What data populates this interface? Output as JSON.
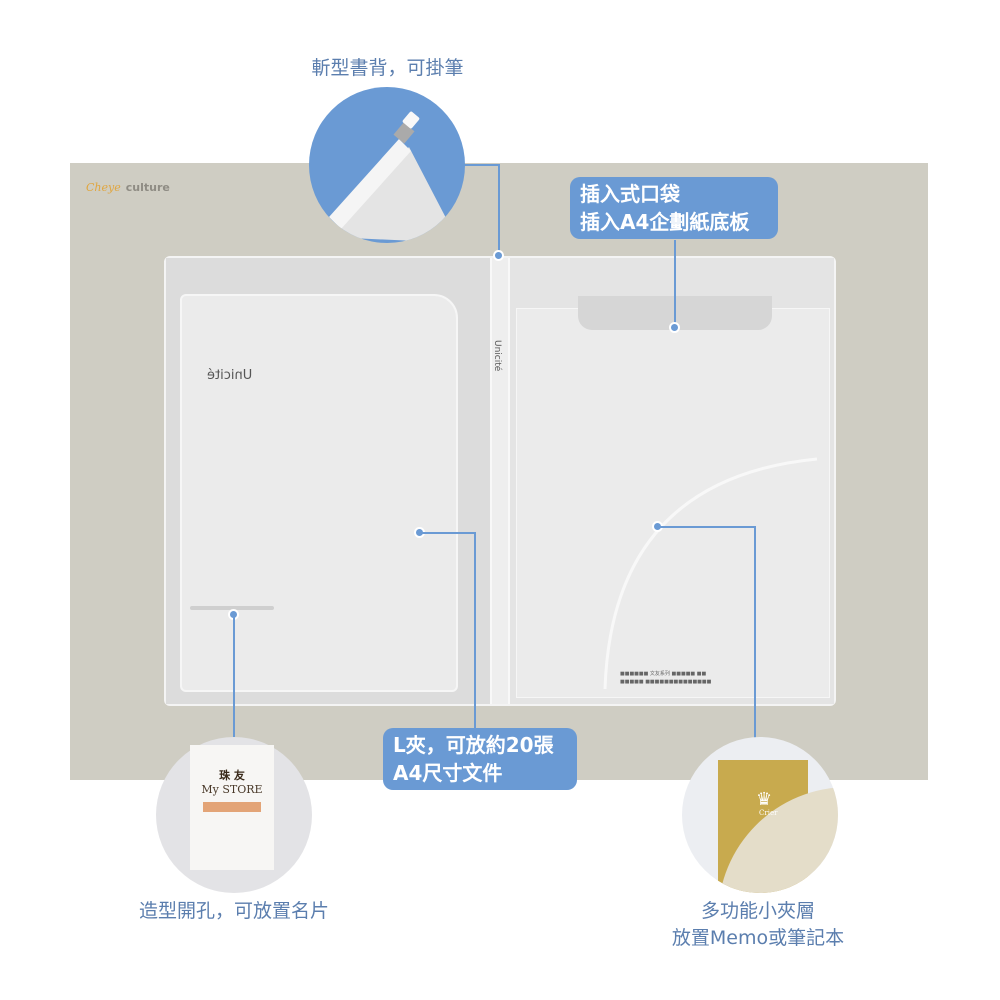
{
  "brand": {
    "script": "Cheye",
    "word": "culture"
  },
  "product": {
    "logo": "Unicité",
    "spine_logo": "Unicité",
    "printed_line1": "■■■■■■ 文友系列 ■■■■■ ■■",
    "printed_line2": "■■■■■ ■■■■■■■■■■■■■■"
  },
  "callouts": {
    "spine": "斬型書背，可掛筆",
    "pocket": {
      "line1": "插入式口袋",
      "line2": "插入A4企劃紙底板"
    },
    "lclip": {
      "line1": "L夾，可放約20張",
      "line2": "A4尺寸文件"
    },
    "cardslot": "造型開孔，可放置名片",
    "memo": {
      "line1": "多功能小夾層",
      "line2": "放置Memo或筆記本"
    }
  },
  "card": {
    "title": "珠 友",
    "name": "My STORE"
  },
  "notebook": {
    "brand": "Crier"
  },
  "colors": {
    "accent": "#6a9ad4",
    "panel": "#cfcdc3",
    "caption": "#5b7eae"
  }
}
